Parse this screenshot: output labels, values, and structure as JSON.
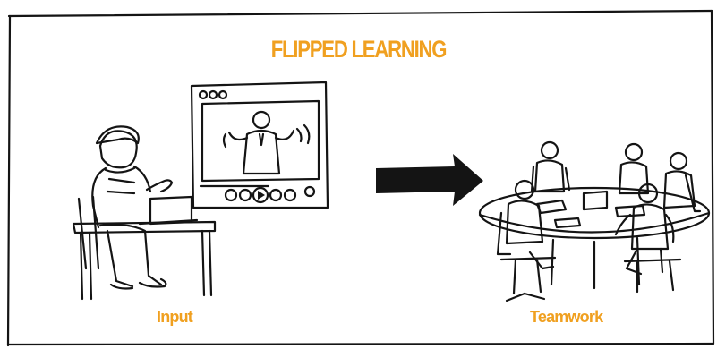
{
  "title": "FLIPPED LEARNING",
  "captions": {
    "left": "Input",
    "right": "Teamwork"
  },
  "colors": {
    "accent": "#f0a020",
    "ink": "#141414",
    "background": "#ffffff"
  },
  "icons": {
    "left_scene": "student-watching-video-icon",
    "arrow": "right-arrow-icon",
    "right_scene": "team-meeting-icon"
  }
}
